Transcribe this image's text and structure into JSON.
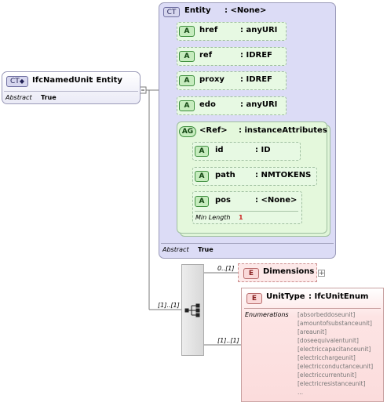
{
  "root": {
    "badge": "CT",
    "name": "IfcNamedUnit",
    "type": ": Entity",
    "abstract_label": "Abstract",
    "abstract_value": "True"
  },
  "entity": {
    "badge": "CT",
    "name": "Entity",
    "type": ": <None>",
    "abstract_label": "Abstract",
    "abstract_value": "True",
    "attributes": [
      {
        "badge": "A",
        "name": "href",
        "type": ": anyURI"
      },
      {
        "badge": "A",
        "name": "ref",
        "type": ": IDREF"
      },
      {
        "badge": "A",
        "name": "proxy",
        "type": ": IDREF"
      },
      {
        "badge": "A",
        "name": "edo",
        "type": ": anyURI"
      }
    ],
    "group": {
      "badge": "AG",
      "name": "<Ref>",
      "type": ": instanceAttributes",
      "attributes": [
        {
          "badge": "A",
          "name": "id",
          "type": ": ID"
        },
        {
          "badge": "A",
          "name": "path",
          "type": ": NMTOKENS"
        },
        {
          "badge": "A",
          "name": "pos",
          "type": ": <None>",
          "facet_label": "Min Length",
          "facet_value": "1"
        }
      ]
    }
  },
  "sequence": {
    "cardinality": "[1]..[1]"
  },
  "dimensions": {
    "badge": "E",
    "name": "Dimensions",
    "cardinality": "0..[1]",
    "expand": "+"
  },
  "unit_type": {
    "badge": "E",
    "name": "UnitType",
    "type": ": IfcUnitEnum",
    "cardinality": "[1]..[1]",
    "enum_label": "Enumerations",
    "enumerations": [
      "[absorbeddoseunit]",
      "[amountofsubstanceunit]",
      "[areaunit]",
      "[doseequivalentunit]",
      "[electriccapacitanceunit]",
      "[electricchargeunit]",
      "[electricconductanceunit]",
      "[electriccurrentunit]",
      "[electricresistanceunit]",
      "..."
    ]
  },
  "colors": {
    "entity_fill": "#dcdcf6",
    "group_fill": "#dff5d8",
    "element_fill": "#fde4e4",
    "cardinality_red": "#cc2222"
  }
}
